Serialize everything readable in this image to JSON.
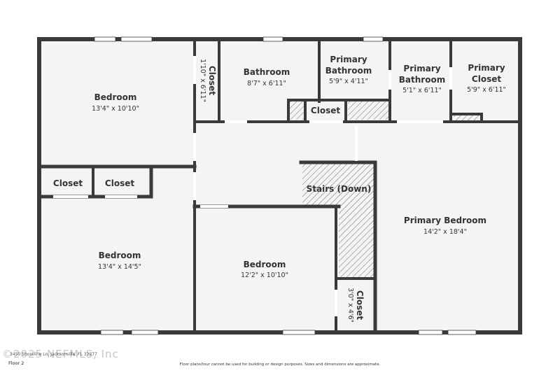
{
  "rooms": {
    "bedroom_nw": {
      "label": "Bedroom",
      "dim": "13'4\" x 10'10\""
    },
    "closet_vertical": {
      "label": "Closet",
      "dim": "1'10\" x 6'11\""
    },
    "bathroom": {
      "label": "Bathroom",
      "dim": "8'7\" x 6'11\""
    },
    "primary_bath_1": {
      "label1": "Primary",
      "label2": "Bathroom",
      "dim": "5'9\" x 4'11\""
    },
    "primary_bath_2": {
      "label1": "Primary",
      "label2": "Bathroom",
      "dim": "5'1\" x 6'11\""
    },
    "primary_closet": {
      "label1": "Primary",
      "label2": "Closet",
      "dim": "5'9\" x 6'11\""
    },
    "closet_hall": {
      "label": "Closet"
    },
    "closet_left": {
      "label": "Closet"
    },
    "closet_right": {
      "label": "Closet"
    },
    "stairs": {
      "label": "Stairs (Down)"
    },
    "primary_bedroom": {
      "label": "Primary Bedroom",
      "dim": "14'2\" x 18'4\""
    },
    "bedroom_sw": {
      "label": "Bedroom",
      "dim": "13'4\" x 14'5\""
    },
    "bedroom_center": {
      "label": "Bedroom",
      "dim": "12'2\" x 10'10\""
    },
    "closet_small": {
      "label": "Closet",
      "dim": "3'0\" x 4'6\""
    }
  },
  "footer": {
    "address": "3450 Shoreline Ln, Jacksonville, FL 32277",
    "watermark": "©2025 NEFMLS, Inc",
    "floor": "Floor 2",
    "disclaimer": "Floor plans/tour cannot be used for building or design purposes. Sizes and dimensions are approximate."
  },
  "colors": {
    "wall": "#3a3a3a",
    "floor": "#f4f4f4",
    "hatch": "#555555"
  }
}
